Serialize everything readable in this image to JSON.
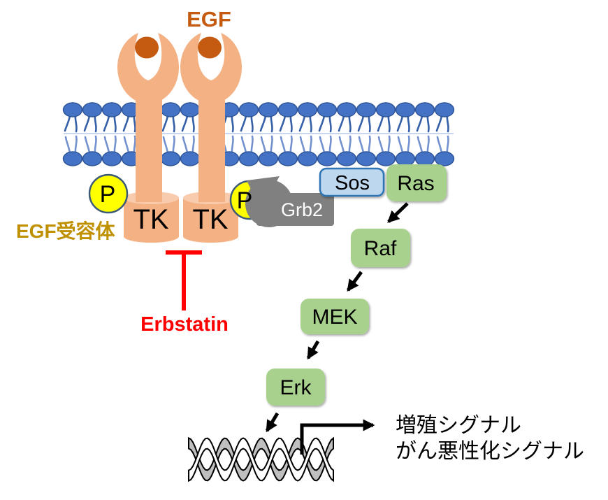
{
  "diagram": {
    "egf_label": "EGF",
    "receptor_label": "EGF受容体",
    "tk": "TK",
    "p": "P",
    "grb2": "Grb2",
    "sos": "Sos",
    "ras": "Ras",
    "raf": "Raf",
    "mek": "MEK",
    "erk": "Erk",
    "inhibitor_label": "Erbstatin",
    "output_line1": "増殖シグナル",
    "output_line2": "がん悪性化シグナル"
  },
  "colors": {
    "background": "#FFFFFF",
    "receptor_salmon": "#F4B183",
    "receptor_top_light": "#F8CBAD",
    "egf_orange": "#C55A11",
    "receptor_gold": "#BF9000",
    "membrane_blue": "#4472C4",
    "membrane_border": "#2F5597",
    "tail_dark": "#3560A8",
    "tail_light": "#7291CE",
    "mid_line": "#C9D6EF",
    "p_yellow": "#FFFF00",
    "p_border": "#3C5A77",
    "grb2_gray": "#808080",
    "grb2_text": "#FFFFFF",
    "sos_fill": "#BDD7EE",
    "sos_border": "#2E75B6",
    "green_box": "#A9D18E",
    "arrow_black": "#000000",
    "inhibitor_red": "#FF0000",
    "dna_gray": "#BFBFBF",
    "dna_white": "#FFFFFF",
    "text_black": "#000000"
  }
}
